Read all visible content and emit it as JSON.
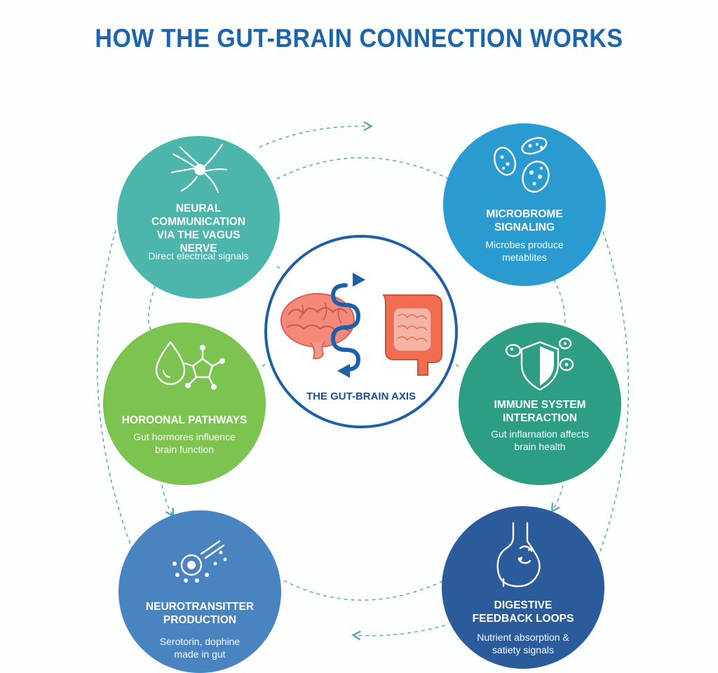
{
  "title": "HOW THE GUT-BRAIN CONNECTION WORKS",
  "center": {
    "label": "THE GUT-BRAIN AXIS",
    "icons": [
      "brain-icon",
      "intestine-icon",
      "bidirectional-arrow-icon"
    ]
  },
  "nodes": [
    {
      "id": "neural",
      "title": "NEURAL COMMUNICATION VIA THE VAGUS NERVE",
      "description": "Direct electrical signals",
      "icon": "neuron-icon",
      "color": "#4cb6ad"
    },
    {
      "id": "microbiome",
      "title": "MICROBROME SIGNALING",
      "description": "Microbes produce metablites",
      "icon": "microbes-icon",
      "color": "#2a9bd1"
    },
    {
      "id": "hormonal",
      "title": "HOROONAL PATHWAYS",
      "description": "Gut hormores influence brain function",
      "icon": "hormone-molecule-icon",
      "color": "#7cc350"
    },
    {
      "id": "immune",
      "title": "IMMUNE SYSTEM INTERACTION",
      "description": "Gut inflarnation affects brain health",
      "icon": "immune-shield-icon",
      "color": "#2d9d84"
    },
    {
      "id": "neurotransmitter",
      "title": "NEUROTRANSITTER PRODUCTION",
      "description": "Serotorin, dophine made in gut",
      "icon": "neurotransmitter-icon",
      "color": "#4a84c0"
    },
    {
      "id": "digestive",
      "title": "DIGESTIVE FEEDBACK LOOPS",
      "description": "Nutrient absorption & satiety signals",
      "icon": "stomach-icon",
      "color": "#2c5b9c"
    }
  ],
  "colors": {
    "title": "#1e64a8",
    "dashed_lines": "#5aa7b8",
    "center_border": "#1f5fa8"
  }
}
